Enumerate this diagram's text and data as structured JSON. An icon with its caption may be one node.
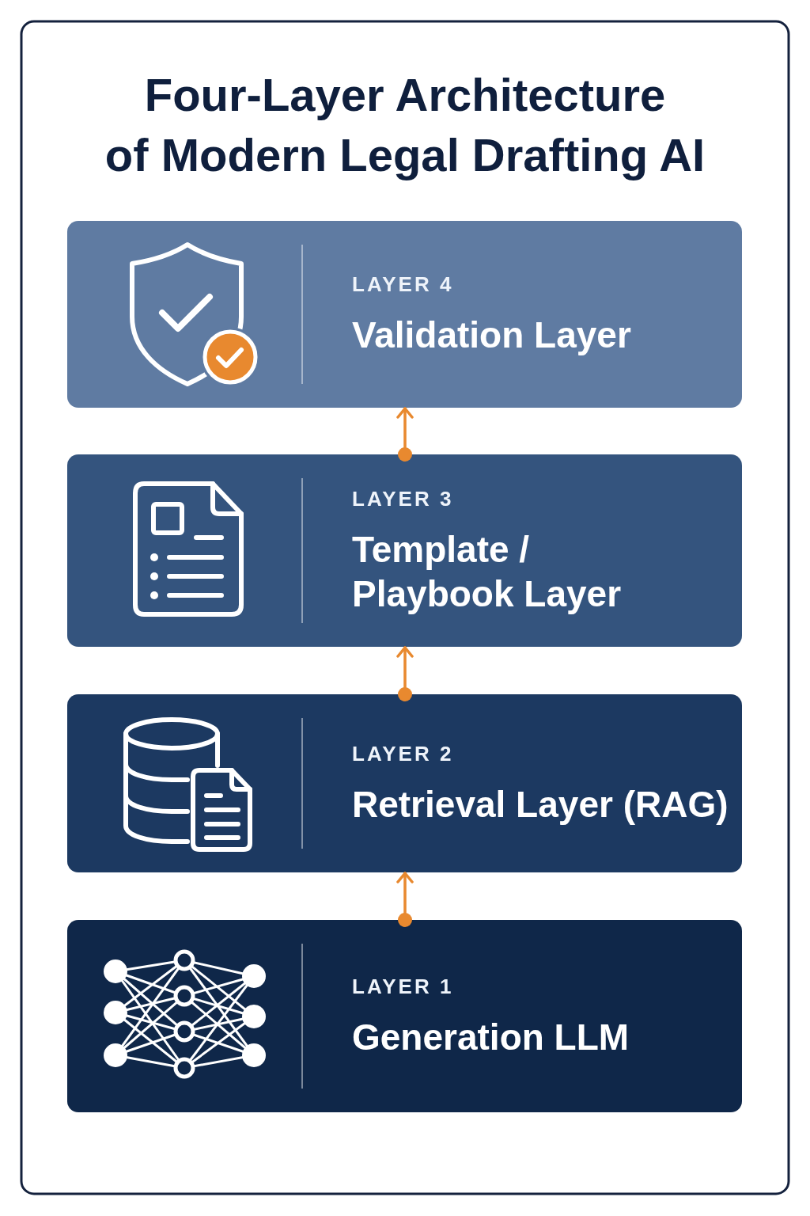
{
  "diagram": {
    "title": "Four-Layer Architecture of Modern Legal Drafting AI",
    "nodes": [
      {
        "text": [
          "LAYER 4",
          "Validation Layer"
        ]
      },
      {
        "text": [
          "LAYER 3",
          "Template / Playbook Layer"
        ]
      },
      {
        "text": [
          "LAYER 2",
          "Retrieval Layer (RAG)"
        ]
      },
      {
        "text": [
          "LAYER 1",
          "Generation LLM"
        ]
      }
    ],
    "edges": [
      {
        "from": 1,
        "to": 0,
        "arrow": "to"
      },
      {
        "from": 2,
        "to": 1,
        "arrow": "to"
      },
      {
        "from": 3,
        "to": 2,
        "arrow": "to"
      }
    ]
  }
}
